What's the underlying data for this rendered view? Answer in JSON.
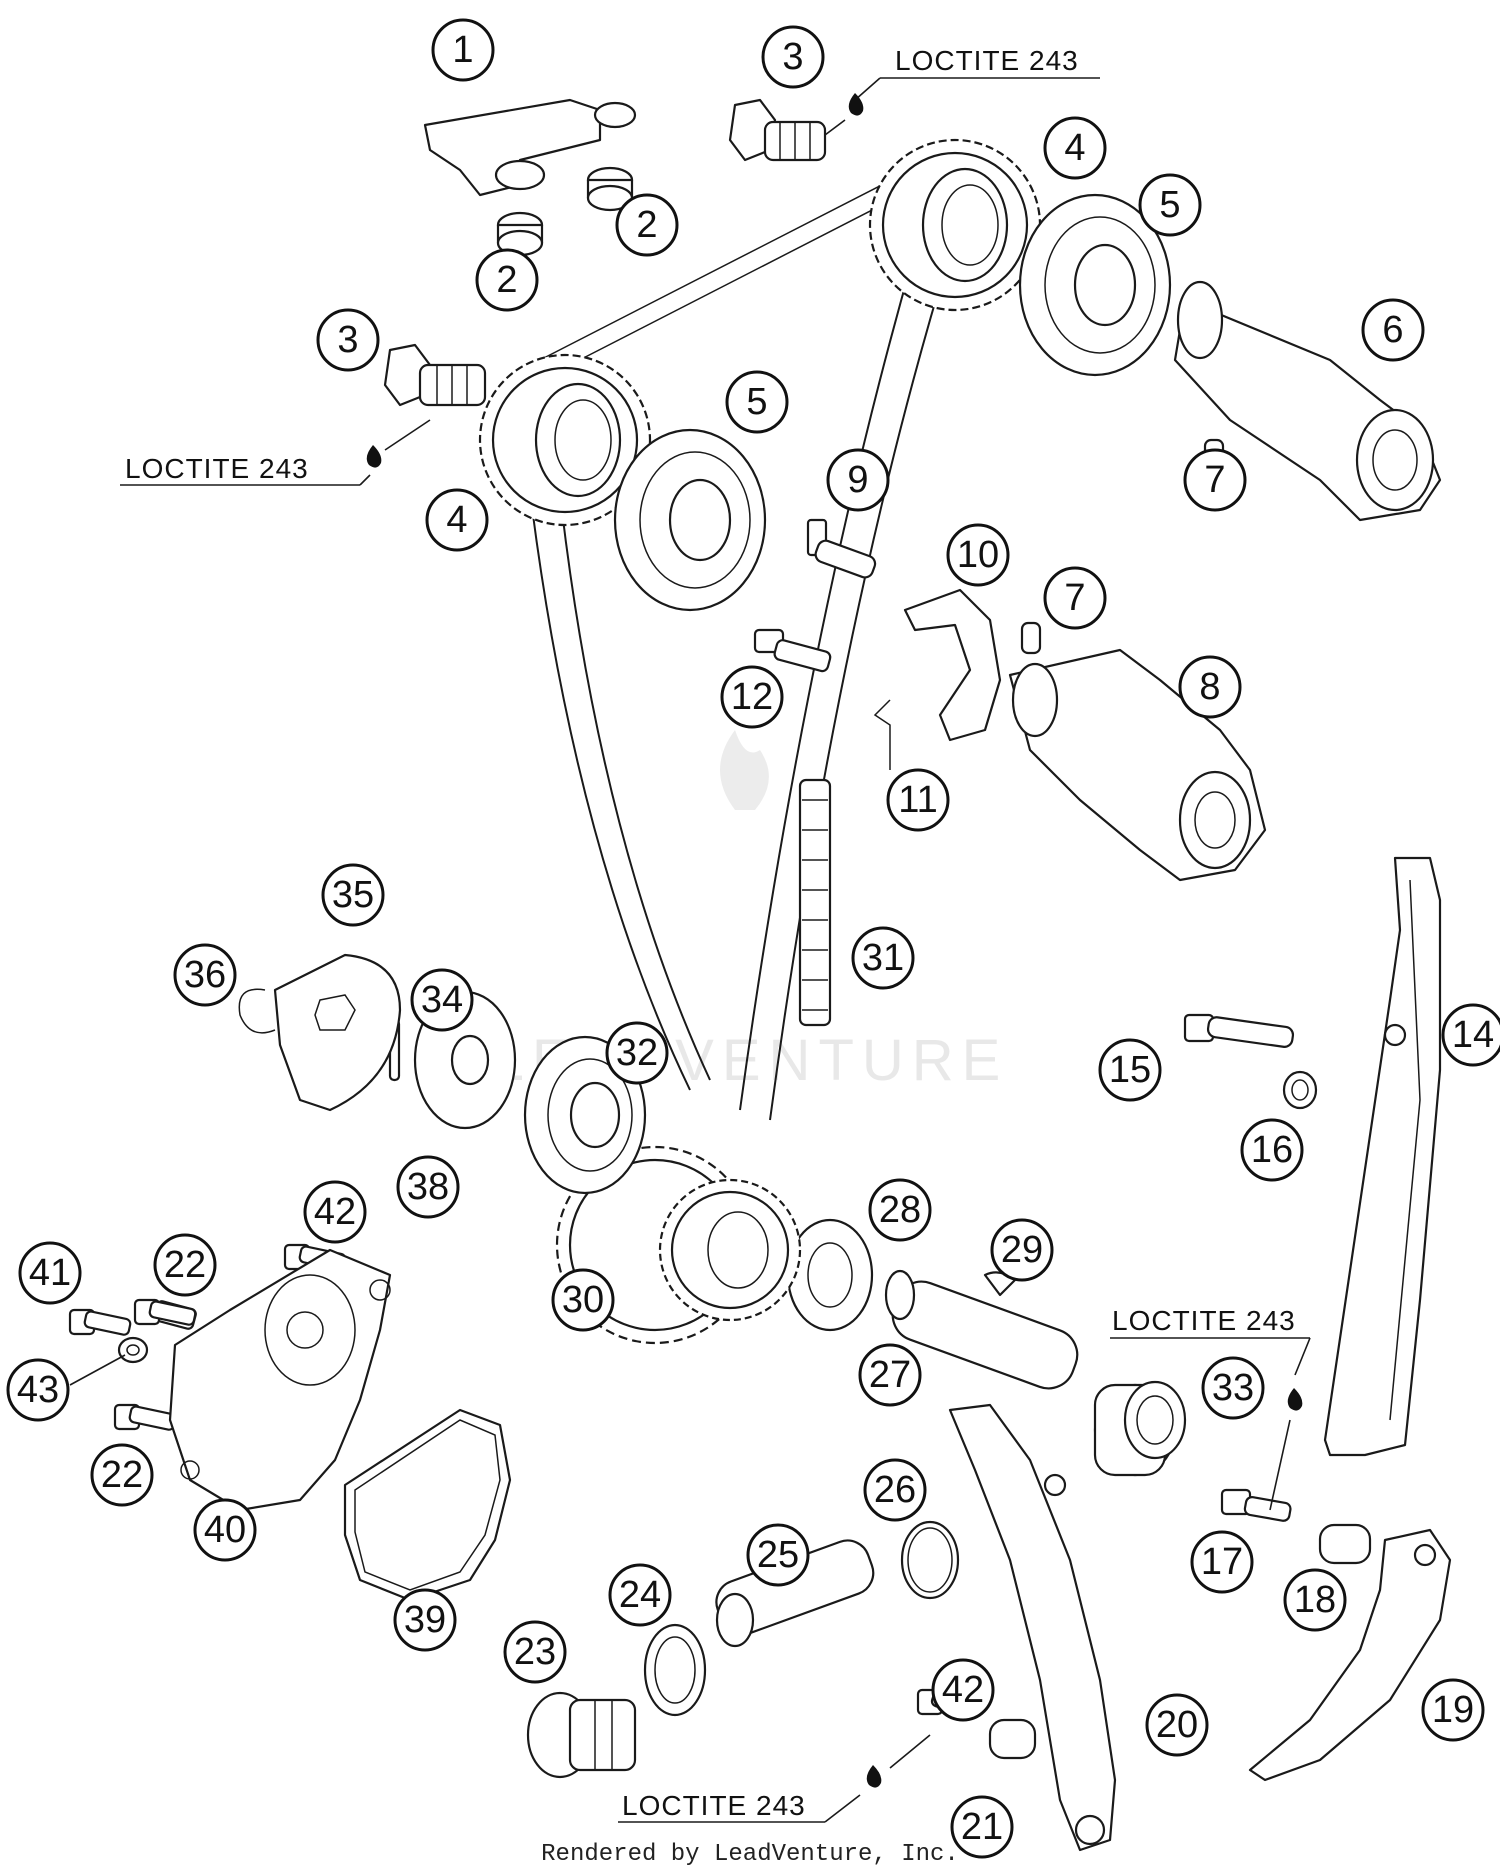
{
  "diagram": {
    "loctite_label": "LOCTITE 243",
    "footer": "Rendered by LeadVenture, Inc.",
    "watermark": "LEADVENTURE",
    "callouts": [
      {
        "id": "c1",
        "label": "1"
      },
      {
        "id": "c2a",
        "label": "2"
      },
      {
        "id": "c2b",
        "label": "2"
      },
      {
        "id": "c3a",
        "label": "3"
      },
      {
        "id": "c3b",
        "label": "3"
      },
      {
        "id": "c4a",
        "label": "4"
      },
      {
        "id": "c4b",
        "label": "4"
      },
      {
        "id": "c5a",
        "label": "5"
      },
      {
        "id": "c5b",
        "label": "5"
      },
      {
        "id": "c6",
        "label": "6"
      },
      {
        "id": "c7a",
        "label": "7"
      },
      {
        "id": "c7b",
        "label": "7"
      },
      {
        "id": "c8",
        "label": "8"
      },
      {
        "id": "c9",
        "label": "9"
      },
      {
        "id": "c10",
        "label": "10"
      },
      {
        "id": "c11",
        "label": "11"
      },
      {
        "id": "c12",
        "label": "12"
      },
      {
        "id": "c14",
        "label": "14"
      },
      {
        "id": "c15",
        "label": "15"
      },
      {
        "id": "c16",
        "label": "16"
      },
      {
        "id": "c17",
        "label": "17"
      },
      {
        "id": "c18",
        "label": "18"
      },
      {
        "id": "c19",
        "label": "19"
      },
      {
        "id": "c20",
        "label": "20"
      },
      {
        "id": "c21",
        "label": "21"
      },
      {
        "id": "c22a",
        "label": "22"
      },
      {
        "id": "c22b",
        "label": "22"
      },
      {
        "id": "c23",
        "label": "23"
      },
      {
        "id": "c24",
        "label": "24"
      },
      {
        "id": "c25",
        "label": "25"
      },
      {
        "id": "c26",
        "label": "26"
      },
      {
        "id": "c27",
        "label": "27"
      },
      {
        "id": "c28",
        "label": "28"
      },
      {
        "id": "c29",
        "label": "29"
      },
      {
        "id": "c30",
        "label": "30"
      },
      {
        "id": "c31",
        "label": "31"
      },
      {
        "id": "c32",
        "label": "32"
      },
      {
        "id": "c33",
        "label": "33"
      },
      {
        "id": "c34",
        "label": "34"
      },
      {
        "id": "c35",
        "label": "35"
      },
      {
        "id": "c36",
        "label": "36"
      },
      {
        "id": "c38",
        "label": "38"
      },
      {
        "id": "c39",
        "label": "39"
      },
      {
        "id": "c40",
        "label": "40"
      },
      {
        "id": "c41",
        "label": "41"
      },
      {
        "id": "c42a",
        "label": "42"
      },
      {
        "id": "c42b",
        "label": "42"
      },
      {
        "id": "c43",
        "label": "43"
      }
    ]
  }
}
